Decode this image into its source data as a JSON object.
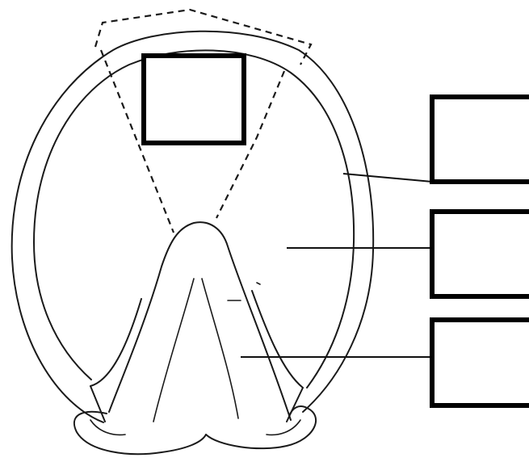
{
  "diagram": {
    "subject": "hoof-sole-outline",
    "labels": [
      {
        "id": "top-box",
        "text": ""
      },
      {
        "id": "wall-box",
        "text": ""
      },
      {
        "id": "sole-box",
        "text": ""
      },
      {
        "id": "frog-box",
        "text": ""
      }
    ]
  },
  "colors": {
    "line": "#1a1a1a",
    "box_border": "#000000",
    "background": "#ffffff"
  }
}
